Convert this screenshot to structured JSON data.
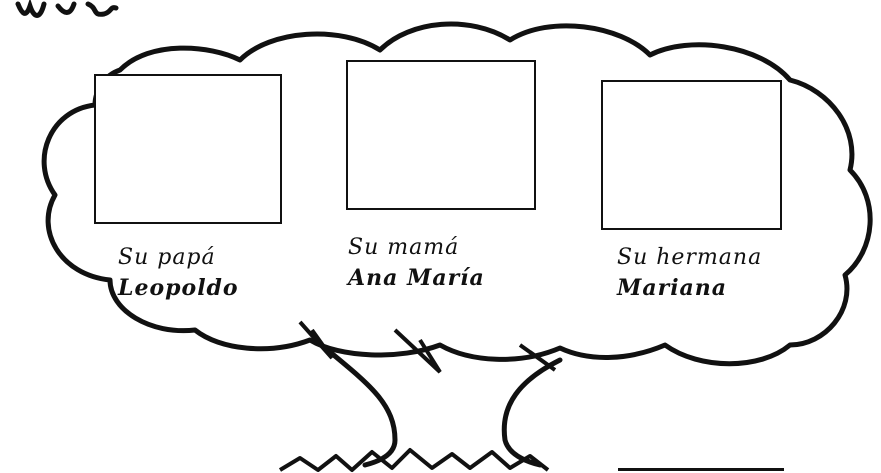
{
  "page": {
    "fragment_text": "ns"
  },
  "family_members": [
    {
      "relation": "Su papá",
      "name": "Leopoldo"
    },
    {
      "relation": "Su mamá",
      "name": "Ana María"
    },
    {
      "relation": "Su hermana",
      "name": "Mariana"
    }
  ],
  "colors": {
    "ink": "#111111",
    "paper": "#ffffff"
  },
  "icons": {
    "illustration": "tree-outline-icon"
  }
}
